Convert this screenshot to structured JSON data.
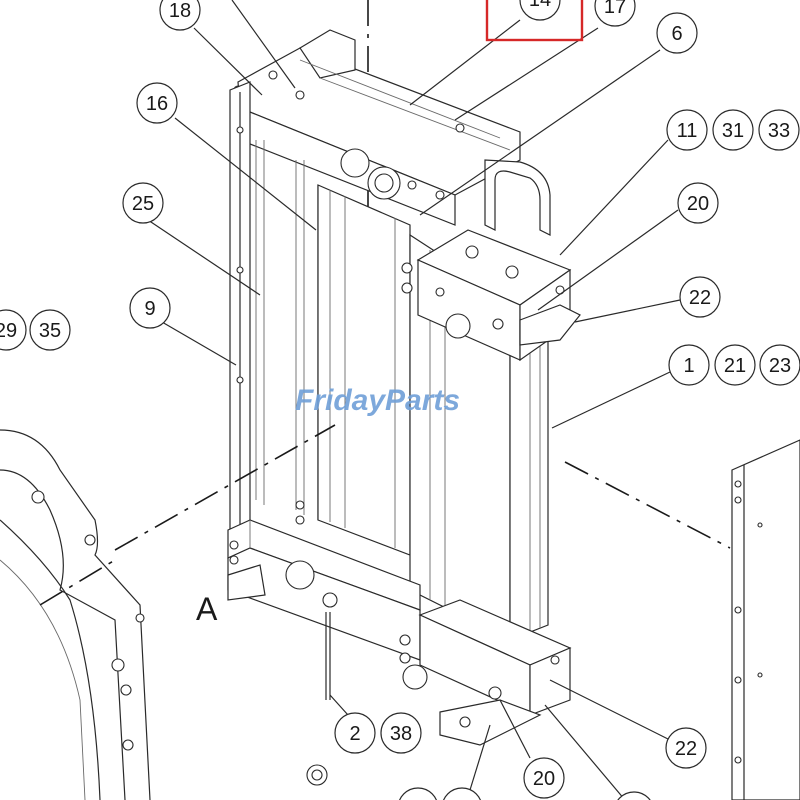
{
  "diagram": {
    "view_label": "A",
    "watermark": {
      "text_part1": "Friday",
      "text_part2": "Parts",
      "color_blue": "#6f9fd8",
      "color_orange": "#f0a040"
    },
    "highlight_color": "#d62828",
    "callouts": [
      {
        "id": "c18",
        "label": "18"
      },
      {
        "id": "c14",
        "label": "14",
        "highlighted": true
      },
      {
        "id": "c17",
        "label": "17"
      },
      {
        "id": "c6",
        "label": "6"
      },
      {
        "id": "c16",
        "label": "16"
      },
      {
        "id": "c11",
        "label": "11"
      },
      {
        "id": "c31",
        "label": "31"
      },
      {
        "id": "c33",
        "label": "33"
      },
      {
        "id": "c25",
        "label": "25"
      },
      {
        "id": "c20a",
        "label": "20"
      },
      {
        "id": "c22a",
        "label": "22"
      },
      {
        "id": "c9",
        "label": "9"
      },
      {
        "id": "c29",
        "label": "29"
      },
      {
        "id": "c35",
        "label": "35"
      },
      {
        "id": "c1",
        "label": "1"
      },
      {
        "id": "c21",
        "label": "21"
      },
      {
        "id": "c23",
        "label": "23"
      },
      {
        "id": "c2",
        "label": "2"
      },
      {
        "id": "c38",
        "label": "38"
      },
      {
        "id": "c22b",
        "label": "22"
      },
      {
        "id": "c20b",
        "label": "20"
      }
    ]
  }
}
